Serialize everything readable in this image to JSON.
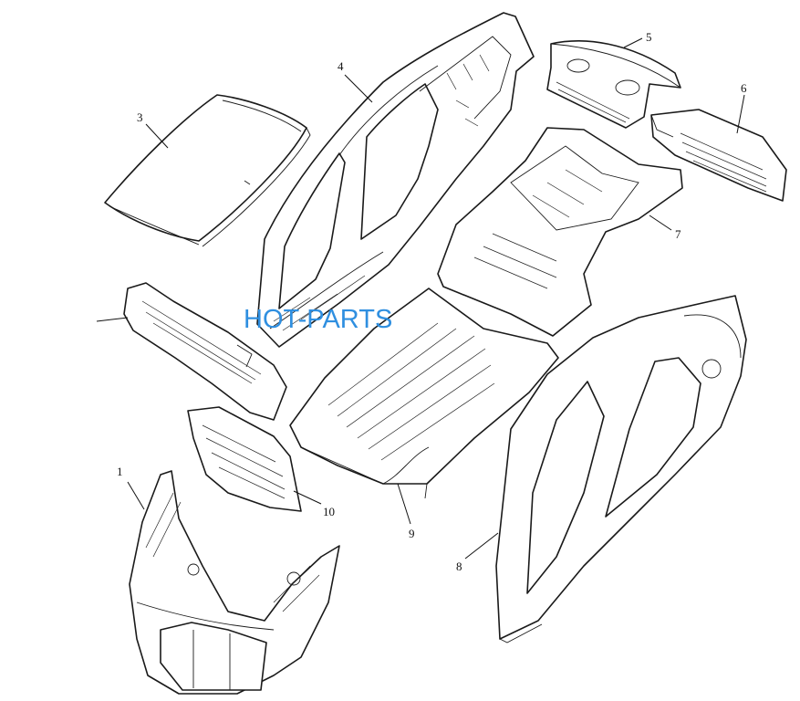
{
  "diagram": {
    "watermark": "HOT-PARTS",
    "callouts": [
      {
        "id": "1",
        "label": "1"
      },
      {
        "id": "3",
        "label": "3"
      },
      {
        "id": "4",
        "label": "4"
      },
      {
        "id": "5",
        "label": "5"
      },
      {
        "id": "6",
        "label": "6"
      },
      {
        "id": "7",
        "label": "7"
      },
      {
        "id": "8",
        "label": "8"
      },
      {
        "id": "9",
        "label": "9"
      },
      {
        "id": "10",
        "label": "10"
      }
    ]
  }
}
